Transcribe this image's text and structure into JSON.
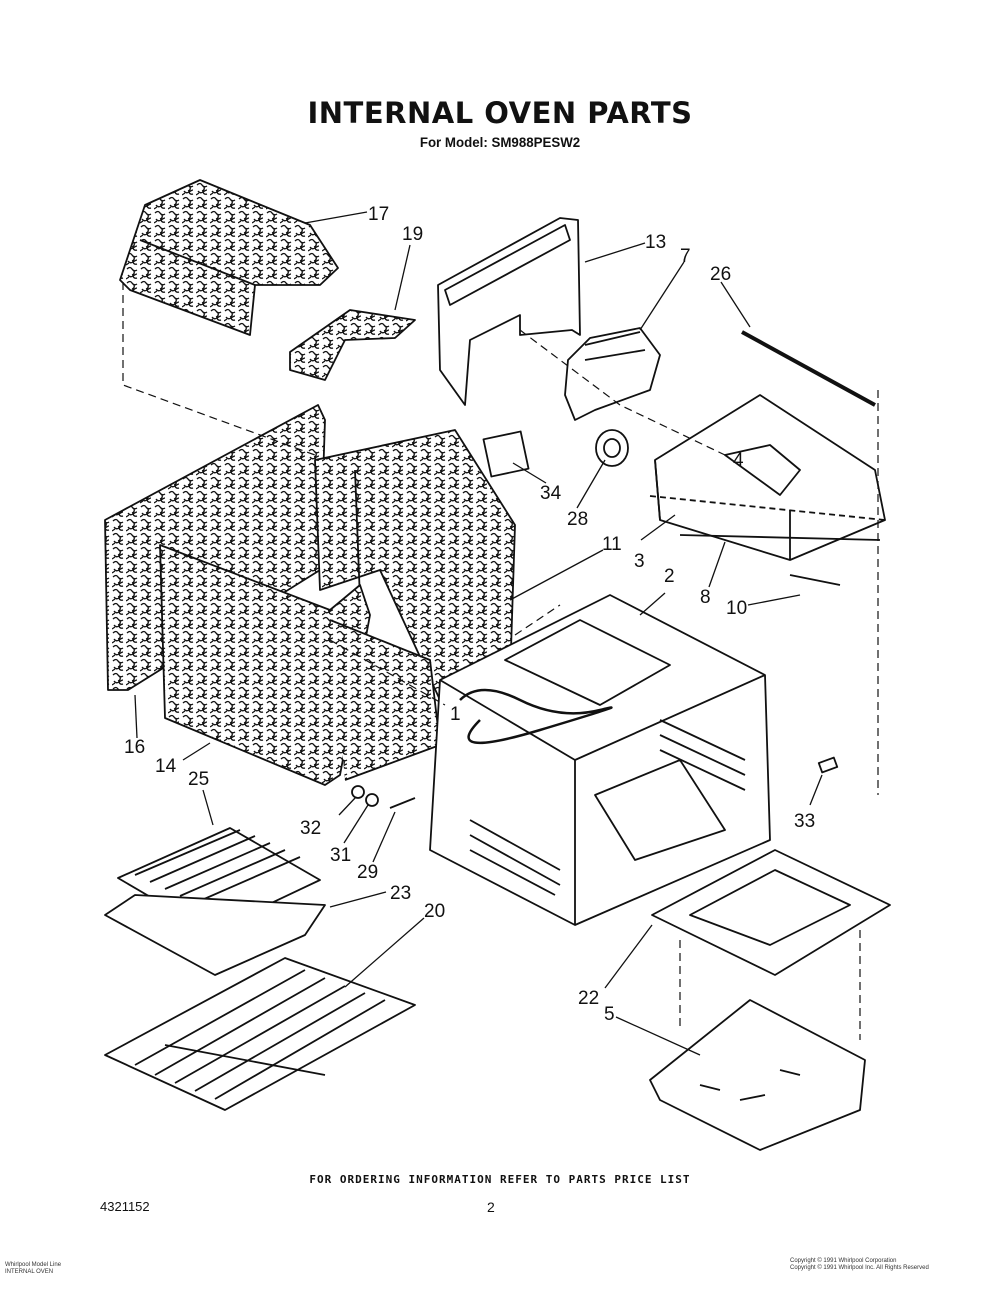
{
  "header": {
    "title": "INTERNAL OVEN PARTS",
    "model_line": "For Model: SM988PESW2"
  },
  "callouts": {
    "c17": "17",
    "c19": "19",
    "c13": "13",
    "c7": "7",
    "c26": "26",
    "c4": "4",
    "c34": "34",
    "c28": "28",
    "c3": "3",
    "c11": "11",
    "c2": "2",
    "c8": "8",
    "c10": "10",
    "c1": "1",
    "c16": "16",
    "c14": "14",
    "c25": "25",
    "c32": "32",
    "c31": "31",
    "c29": "29",
    "c33": "33",
    "c23": "23",
    "c20": "20",
    "c22": "22",
    "c5": "5"
  },
  "footer": {
    "ordering_note": "FOR ORDERING INFORMATION REFER TO PARTS PRICE LIST",
    "part_number": "4321152",
    "page_number": "2",
    "left_small_line1": "Whirlpool Model Line",
    "left_small_line2": "INTERNAL OVEN",
    "right_small_line1": "Copyright © 1991 Whirlpool Corporation",
    "right_small_line2": "Copyright © 1991 Whirlpool Inc. All Rights Reserved"
  }
}
